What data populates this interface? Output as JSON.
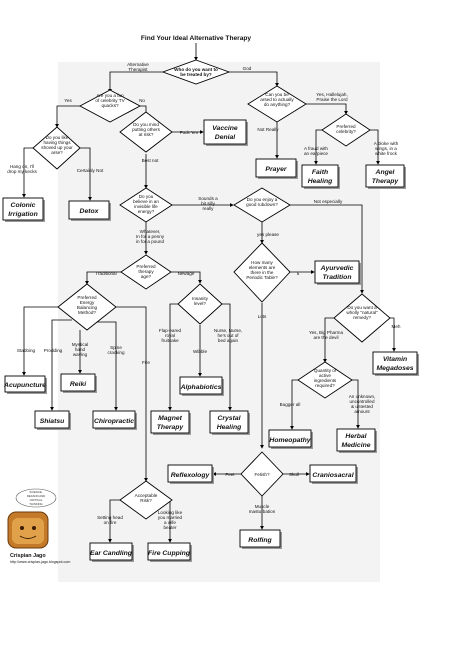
{
  "title": "Find Your Ideal Alternative Therapy",
  "credit": {
    "name": "Crispian Jago",
    "url": "http://www.crispian-jago.blogspot.com",
    "badge": [
      "SCIENCE,",
      "REASON AND",
      "CRITICAL",
      "THINKING"
    ]
  },
  "decisions": {
    "d1": "Who do you want to be treated by?",
    "d2": "Are you a fan of celebrity TV quacks?",
    "d3": "Can you be arsed to actually do anything?",
    "d4": "Do you like having things shoved up your arse?",
    "d5": "Do you mind putting others at risk?",
    "d6": "Preferred celebrity?",
    "d7": "Do you believe in an invisible life energy?",
    "d8": "Do you enjoy a good rubdown?",
    "d9": "Preferred therapy age?",
    "d10": "How many elements are there in the Periodic Table?",
    "d11": "Preferred Energy Balancing Method?",
    "d12": "Insanity level?",
    "d13": "Do you want a wholly \"natural\" remedy?",
    "d14": "Quantity of active ingredients required?",
    "d15": "Acceptable Risk?",
    "d16": "Fetish?"
  },
  "edges": {
    "alt": "Alternative Therapist",
    "god": "God",
    "yes": "Yes",
    "no": "No",
    "hallelujah": "Yes, Hallelujah, Praise the Lord",
    "hang": "Hang on, I'll drop my kecks",
    "certainly_not": "Certainly Not",
    "fuck": "Fuck 'em",
    "best_not": "Best not",
    "not_really": "Not Really",
    "fraud": "A fraud with an earpiece",
    "bloke": "A bloke with wings, in a white frock",
    "silly": "Sounds a bit silly really",
    "not_especially": "Not especially",
    "whatever": "Whatever, In for a penny in for a pound",
    "yes_please": "yes please",
    "traditional": "Traditional",
    "newage": "Newage",
    "five": "5",
    "lots": "Lots",
    "stabbing": "Stabbing",
    "prodding": "Prodding",
    "mystical": "Mystical hand waving",
    "spine": "Spine cracking",
    "fire": "Fire",
    "flap": "Flap-eared royal fruitcake",
    "nurse": "Nurse, Nurse, he's out of bed again",
    "wibble": "Wibble",
    "big_pharma": "Yes, Big Pharma are the devil",
    "meh": "Meh",
    "bugger": "Bugger all",
    "unknown": "An unknown, uncontrolled & untested amount",
    "setting": "Setting head on fire",
    "looking": "Looking like you married a wife beater",
    "feet": "Feet",
    "skull": "Skull",
    "muscle": "Muscle masturbation"
  },
  "results": {
    "vaccine": [
      "Vaccine",
      "Denial"
    ],
    "prayer": [
      "Prayer"
    ],
    "faith": [
      "Faith",
      "Healing"
    ],
    "angel": [
      "Angel",
      "Therapy"
    ],
    "colonic": [
      "Colonic",
      "Irrigation"
    ],
    "detox": [
      "Detox"
    ],
    "ayurvedic": [
      "Ayurvedic",
      "Tradition"
    ],
    "vitamin": [
      "Vitamin",
      "Megadoses"
    ],
    "acupuncture": [
      "Acupuncture"
    ],
    "reiki": [
      "Reiki"
    ],
    "shiatsu": [
      "Shiatsu"
    ],
    "chiropractic": [
      "Chiropractic"
    ],
    "alphabiotics": [
      "Alphabiotics"
    ],
    "magnet": [
      "Magnet",
      "Therapy"
    ],
    "crystal": [
      "Crystal",
      "Healing"
    ],
    "homeopathy": [
      "Homeopathy"
    ],
    "herbal": [
      "Herbal",
      "Medicine"
    ],
    "reflexology": [
      "Reflexology"
    ],
    "craniosacral": [
      "Craniosacral"
    ],
    "ear": [
      "Ear Candling"
    ],
    "fire_cupping": [
      "Fire Cupping"
    ],
    "rolfing": [
      "Rolfing"
    ]
  }
}
